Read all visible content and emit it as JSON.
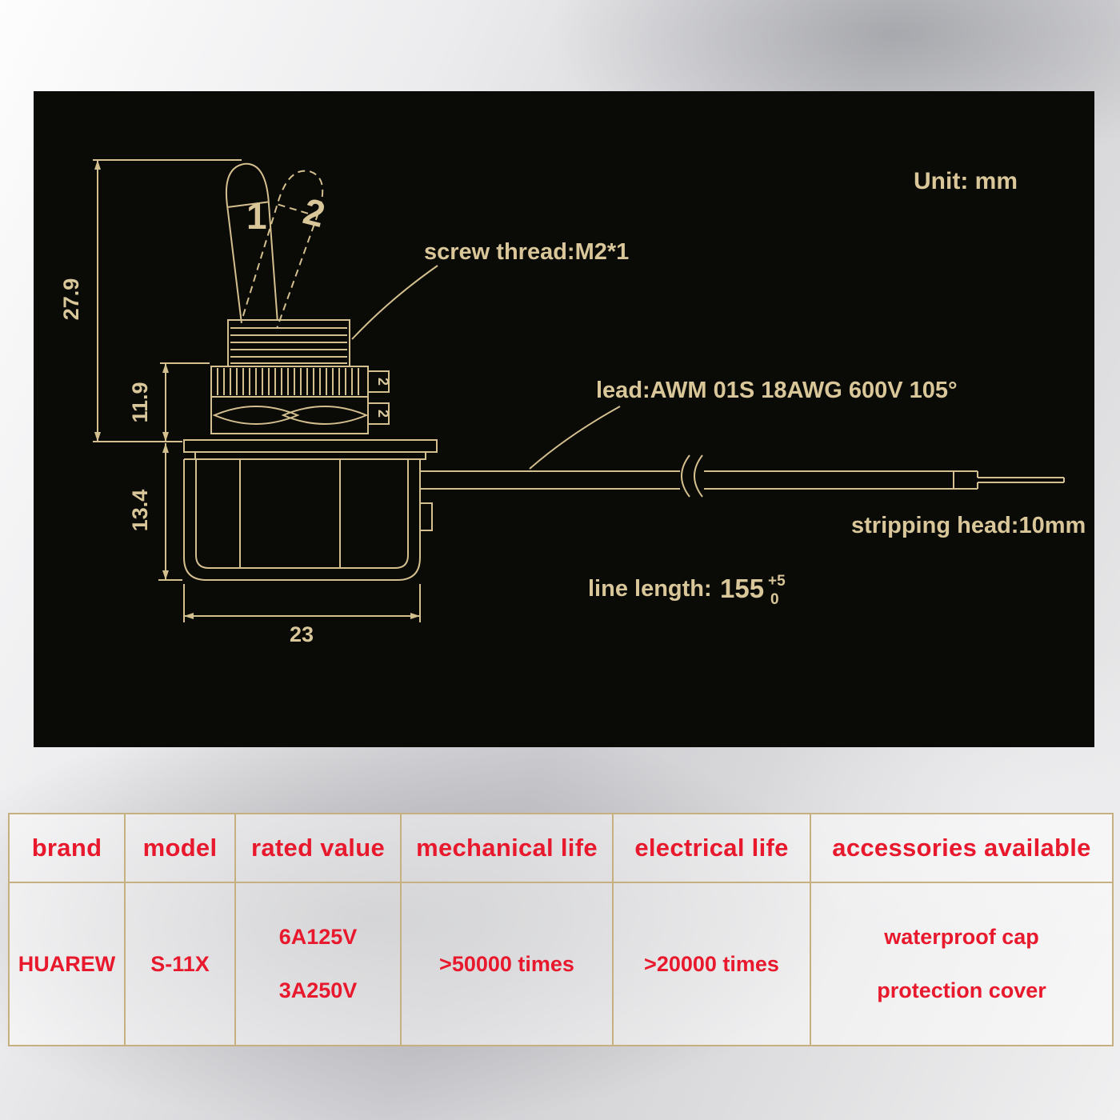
{
  "page": {
    "panel_bg_color": "#0a0a07",
    "drawing_line_color": "#d4bf8e",
    "table_text_color": "#e8192d",
    "table_border_color": "#c6b080"
  },
  "diagram": {
    "unit_label": "Unit: mm",
    "screw_thread_label": "screw thread:M2*1",
    "lead_label": "lead:AWM 01S 18AWG 600V 105°",
    "stripping_head_label": "stripping head:10mm",
    "line_length_label": "line length:",
    "line_length_value": "155",
    "line_length_tol_upper": "+5",
    "line_length_tol_lower": "0",
    "toggle_position_1": "1",
    "toggle_position_2": "2",
    "terminal_mark_top": "2",
    "terminal_mark_bottom": "2",
    "dims": {
      "height_total": "27.9",
      "mount_stack_height": "11.9",
      "body_height": "13.4",
      "body_width": "23"
    }
  },
  "table": {
    "headers": [
      "brand",
      "model",
      "rated value",
      "mechanical life",
      "electrical life",
      "accessories available"
    ],
    "row": {
      "brand": "HUAREW",
      "model": "S-11X",
      "rated_value_line1": "6A125V",
      "rated_value_line2": "3A250V",
      "mechanical_life": ">50000 times",
      "electrical_life": ">20000 times",
      "accessories_line1": "waterproof cap",
      "accessories_line2": "protection cover"
    }
  }
}
